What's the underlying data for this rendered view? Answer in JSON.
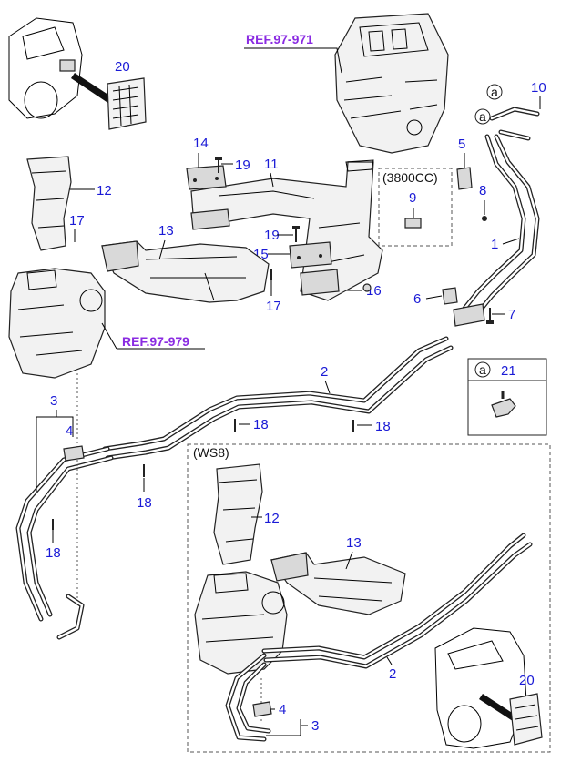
{
  "refs": {
    "ref_top": "REF.97-971",
    "ref_left": "REF.97-979"
  },
  "boxes": {
    "engine_variant": "(3800CC)",
    "trim_variant": "(WS8)",
    "circle_a": "a",
    "legend_part": "21"
  },
  "callouts": {
    "c1": "1",
    "c2": "2",
    "c2b": "2",
    "c3": "3",
    "c3b": "3",
    "c4": "4",
    "c4b": "4",
    "c5": "5",
    "c6": "6",
    "c7": "7",
    "c8": "8",
    "c9": "9",
    "c10": "10",
    "c11": "11",
    "c12": "12",
    "c12b": "12",
    "c13": "13",
    "c13b": "13",
    "c14": "14",
    "c15": "15",
    "c16": "16",
    "c17a": "17",
    "c17b": "17",
    "c18a": "18",
    "c18b": "18",
    "c18c": "18",
    "c18d": "18",
    "c19a": "19",
    "c19b": "19",
    "c20": "20",
    "c20b": "20"
  },
  "markers": {
    "a_top": "a",
    "a_mid": "a"
  }
}
